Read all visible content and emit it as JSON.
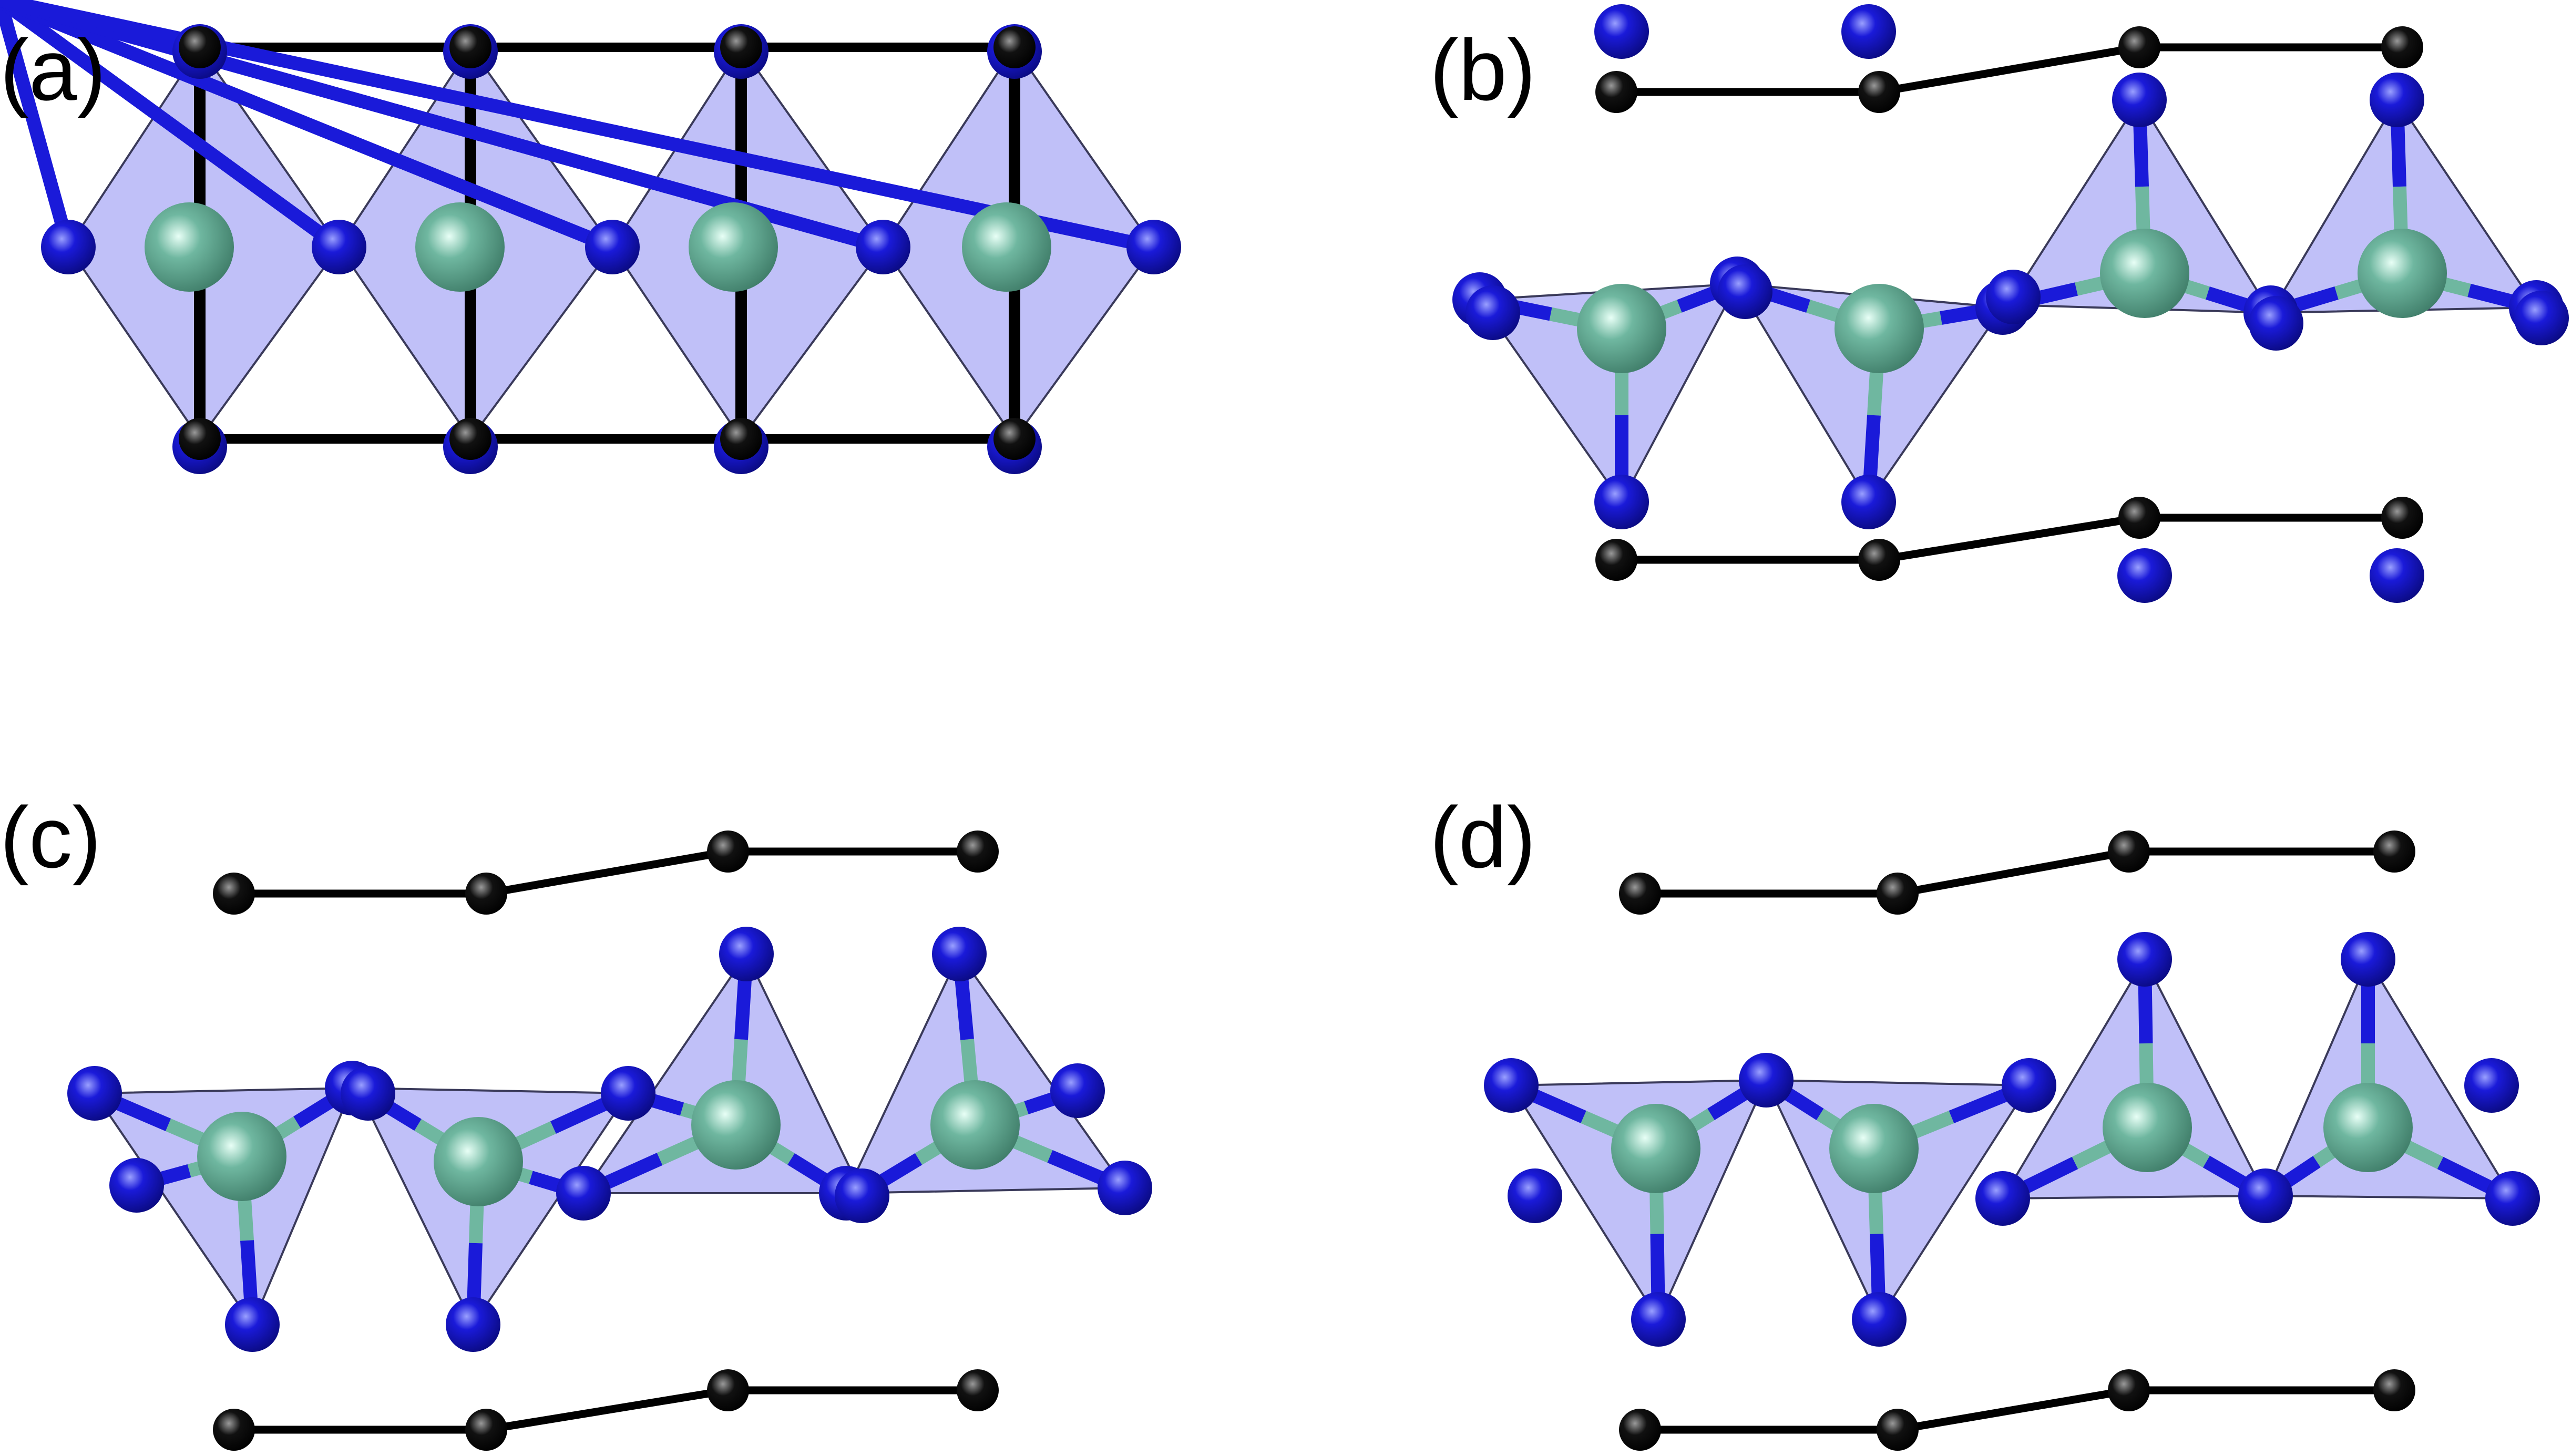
{
  "panels": [
    {
      "label": "(a)"
    },
    {
      "label": "(b)"
    },
    {
      "label": "(c)"
    },
    {
      "label": "(d)"
    }
  ],
  "colors": {
    "metal": "#6fb7a0",
    "metal_highlight": "#e8fff6",
    "anion": "#1a1ad9",
    "anion_highlight": "#9aa0ff",
    "node": "#111111",
    "node_highlight": "#9a9a9a",
    "polyhedron_fill": "#8c8cf2",
    "polyhedron_edge": "#3a3a5a",
    "chain": "#000000",
    "background": "#ffffff"
  },
  "icons": {
    "metal_atom": "green-sphere",
    "anion_atom": "blue-sphere",
    "chain_node": "black-sphere"
  }
}
